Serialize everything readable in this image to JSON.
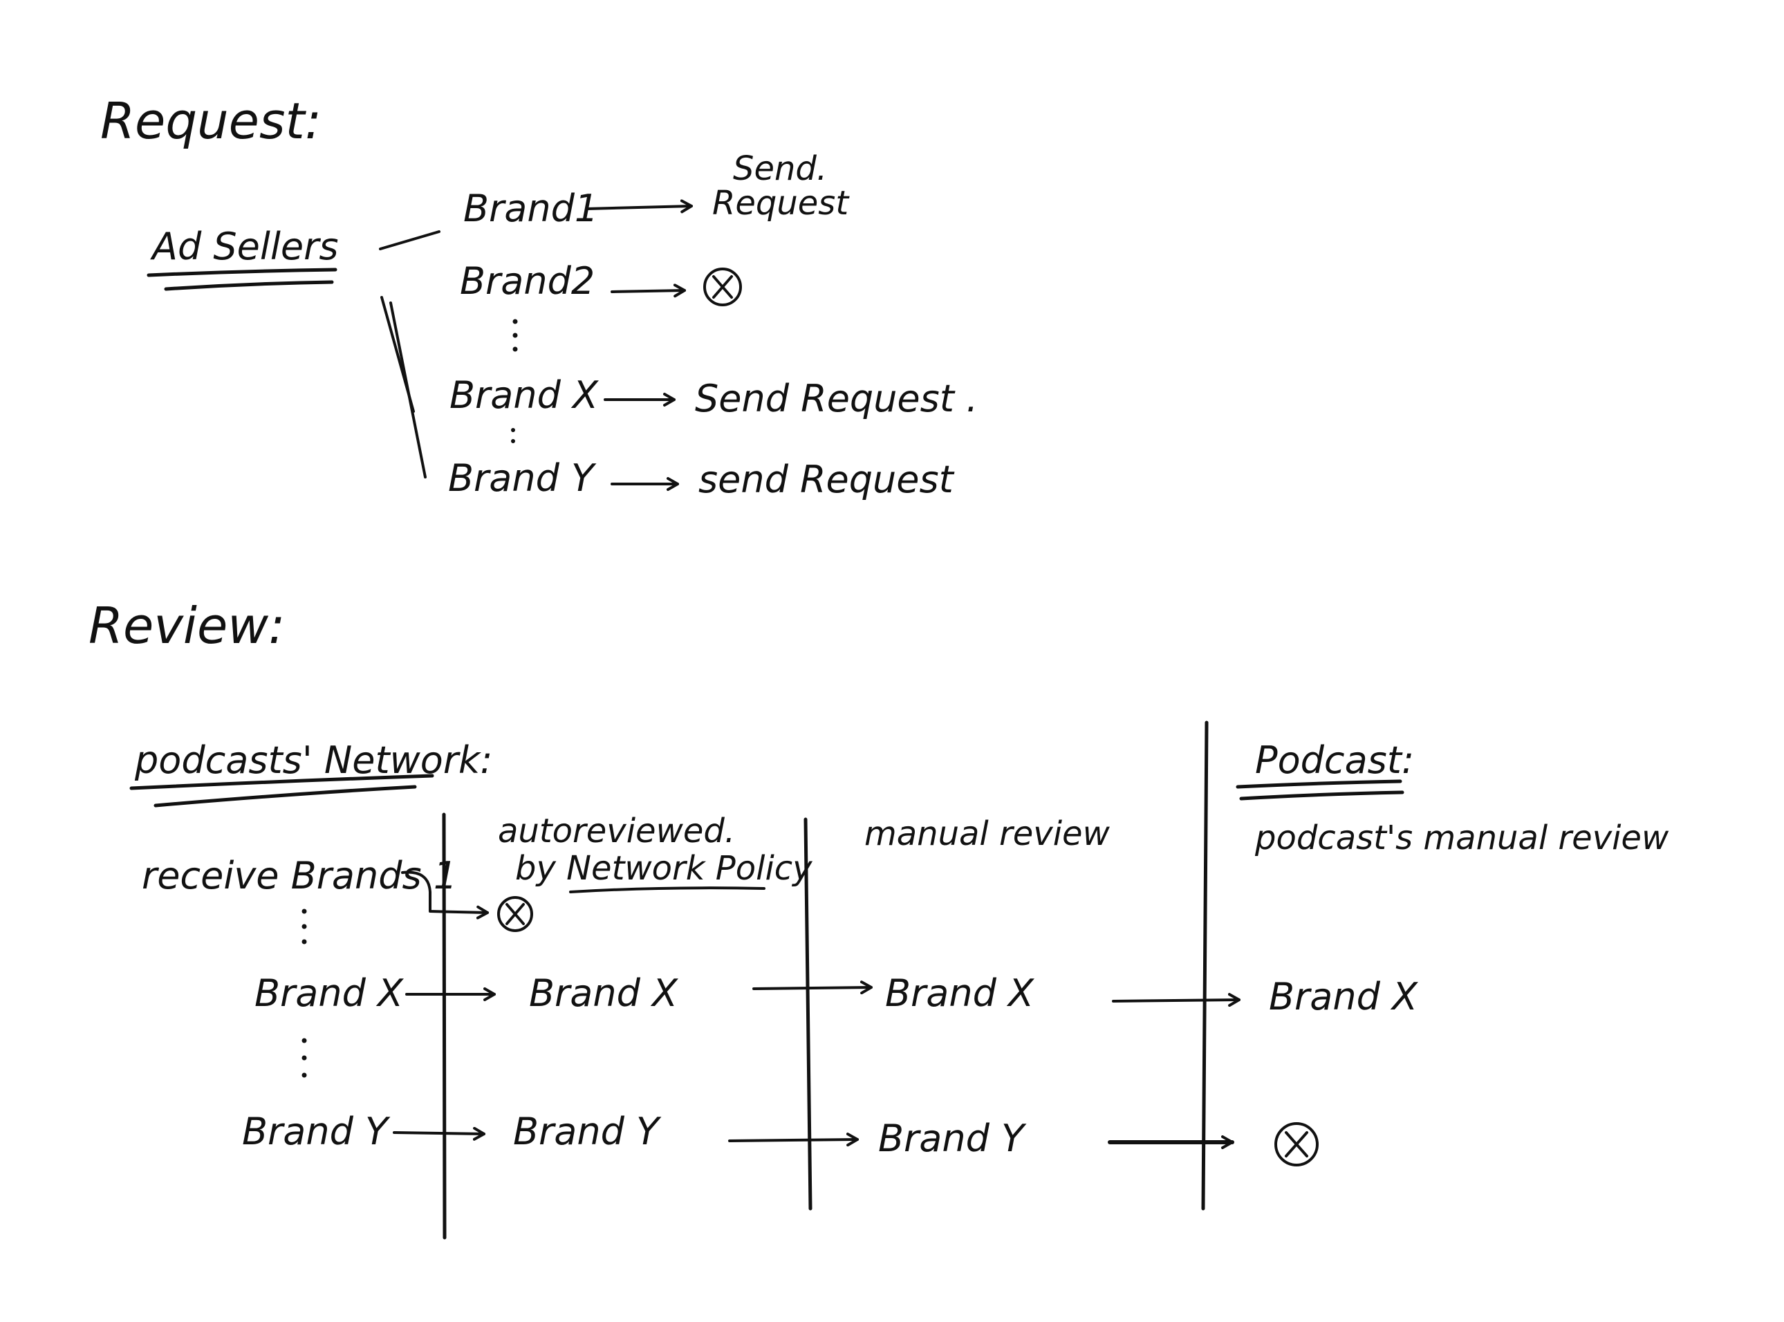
{
  "request": {
    "heading": "Request:",
    "ad_sellers": "Ad Sellers",
    "brand1": "Brand1",
    "brand1_send_top": "Send.",
    "brand1_send_bottom": "Request",
    "brand2": "Brand2",
    "brandx": "Brand X",
    "brandx_result": "Send Request .",
    "brandy": "Brand Y",
    "brandy_result": "send Request"
  },
  "review": {
    "heading": "Review:",
    "network": {
      "heading": "podcasts' Network:",
      "receive_brand1": "receive Brands 1",
      "brandx": "Brand X",
      "brandy": "Brand Y"
    },
    "auto": {
      "title_line1": "autoreviewed.",
      "title_line2": "by Network Policy",
      "brandx": "Brand X",
      "brandy": "Brand Y"
    },
    "manual": {
      "title": "manual review",
      "brandx": "Brand X",
      "brandy": "Brand Y"
    },
    "podcast": {
      "heading": "Podcast:",
      "subtitle": "podcast's manual review",
      "brandx": "Brand X"
    }
  },
  "icons": {
    "reject": "circled-x-icon"
  }
}
